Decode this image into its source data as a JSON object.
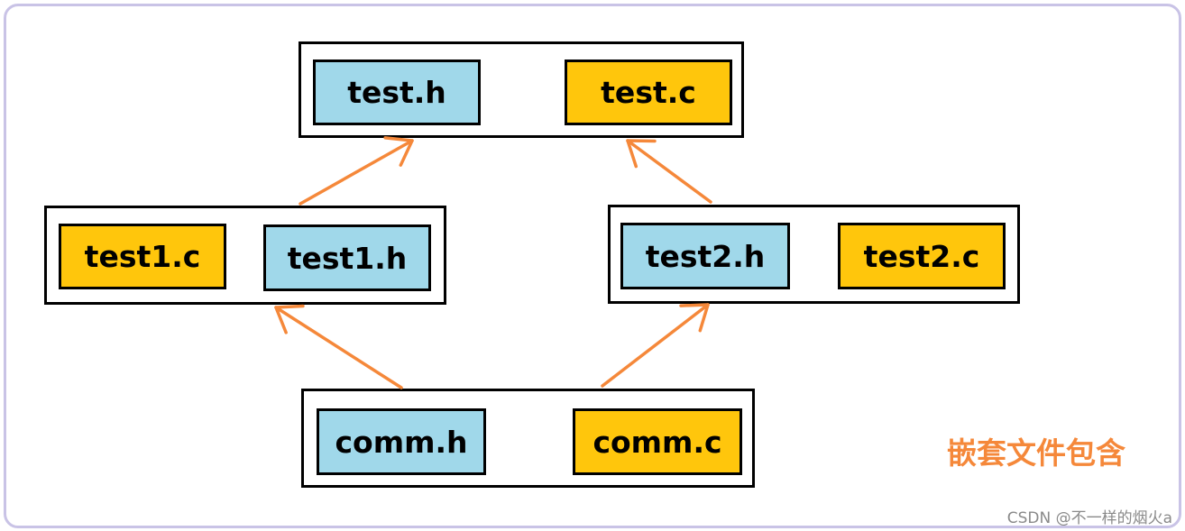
{
  "diagram": {
    "groups": [
      {
        "id": "top",
        "files": [
          {
            "id": "test-h",
            "label": "test.h",
            "kind": "header"
          },
          {
            "id": "test-c",
            "label": "test.c",
            "kind": "source"
          }
        ]
      },
      {
        "id": "left",
        "files": [
          {
            "id": "test1-c",
            "label": "test1.c",
            "kind": "source"
          },
          {
            "id": "test1-h",
            "label": "test1.h",
            "kind": "header"
          }
        ]
      },
      {
        "id": "right",
        "files": [
          {
            "id": "test2-h",
            "label": "test2.h",
            "kind": "header"
          },
          {
            "id": "test2-c",
            "label": "test2.c",
            "kind": "source"
          }
        ]
      },
      {
        "id": "bottom",
        "files": [
          {
            "id": "comm-h",
            "label": "comm.h",
            "kind": "header"
          },
          {
            "id": "comm-c",
            "label": "comm.c",
            "kind": "source"
          }
        ]
      }
    ],
    "edges": [
      {
        "from": "bottom",
        "to": "left"
      },
      {
        "from": "bottom",
        "to": "right"
      },
      {
        "from": "left",
        "to": "top"
      },
      {
        "from": "right",
        "to": "top"
      }
    ],
    "caption": "嵌套文件包含",
    "watermark": "CSDN @不一样的烟火a"
  },
  "colors": {
    "header_fill": "#a0d8ea",
    "source_fill": "#ffc60c",
    "arrow": "#f5883a",
    "caption": "#f5883a",
    "frame": "#c9c3e6"
  }
}
